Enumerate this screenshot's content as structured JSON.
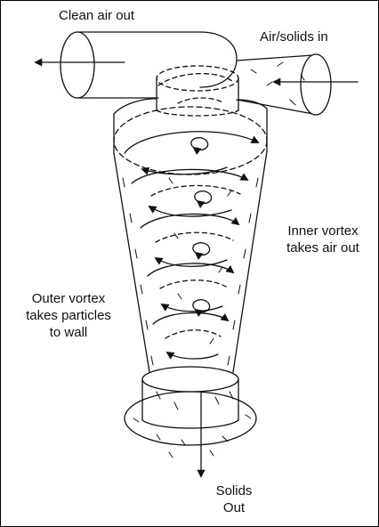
{
  "labels": {
    "clean_air_out": "Clean air out",
    "air_solids_in": "Air/solids in",
    "inner_vortex": [
      "Inner vortex",
      "takes air out"
    ],
    "outer_vortex": [
      "Outer vortex",
      "takes particles",
      "to wall"
    ],
    "solids_out": [
      "Solids",
      "Out"
    ]
  },
  "colors": {
    "line": "#111111",
    "background": "#ffffff"
  }
}
